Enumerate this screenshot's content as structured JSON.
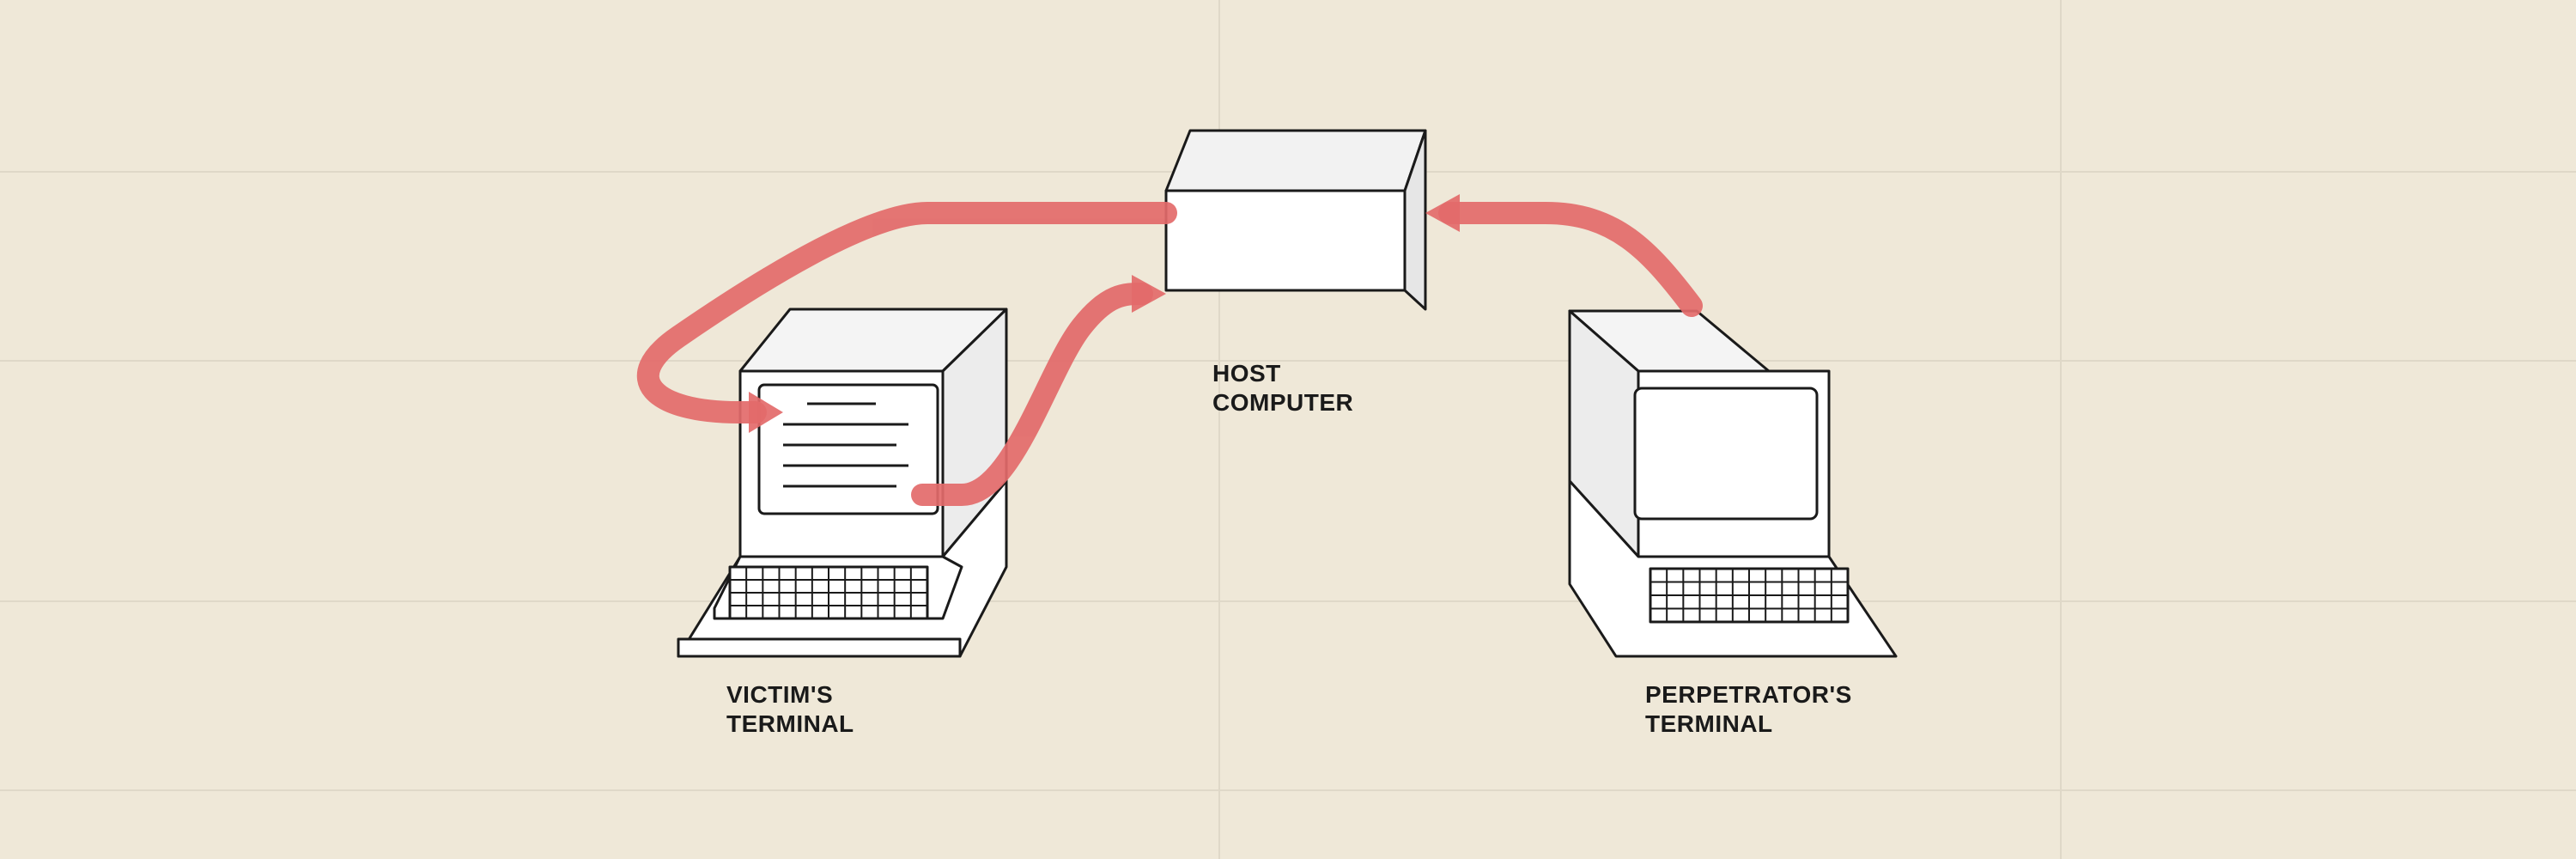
{
  "labels": {
    "host": [
      "HOST",
      "COMPUTER"
    ],
    "victim": [
      "VICTIM'S",
      "TERMINAL"
    ],
    "perpetrator": [
      "PERPETRATOR'S",
      "TERMINAL"
    ]
  },
  "colors": {
    "background": "#efe8d8",
    "flow_arrow": "#e36a6a",
    "line": "#1a1a1a",
    "device_fill": "#ffffff"
  }
}
